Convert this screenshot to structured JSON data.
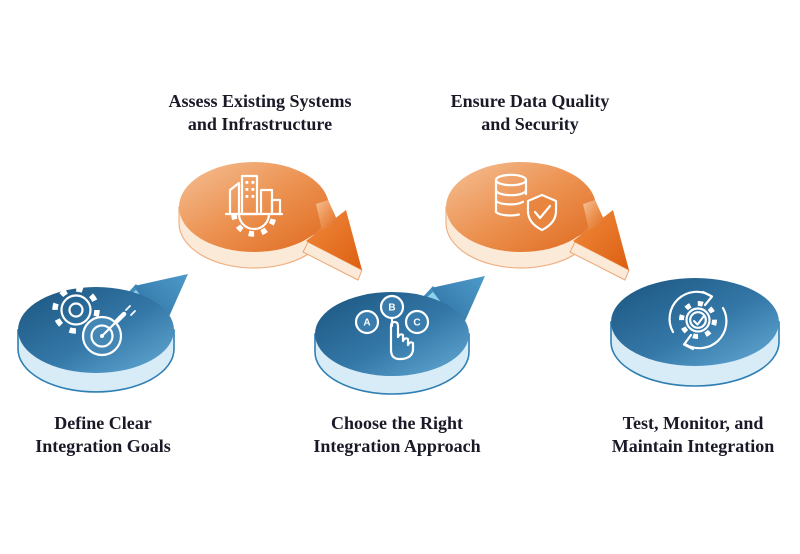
{
  "diagram": {
    "type": "process-infographic",
    "topic": "data integration steps",
    "background": "#ffffff"
  },
  "palette": {
    "blue_dark": "#1b547f",
    "blue_mid": "#3478a8",
    "blue_light": "#66abd6",
    "blue_rim": "#d8ecf7",
    "blue_rim_stroke": "#2f7fb3",
    "arrow_highlight": "#8ed3ec",
    "arrow_shadow": "#16486f",
    "orange_light": "#f5c096",
    "orange_mid": "#ec9251",
    "orange_deep": "#df6a1f",
    "orange_arrow": "#dd5f12",
    "orange_rim": "#fcead8",
    "orange_rim_stroke": "#f0b184",
    "icon_stroke": "#ffffff",
    "text": "#191927"
  },
  "steps": [
    {
      "color": "blue",
      "icon": "gear-target-icon",
      "label_lines": [
        "Define Clear",
        "Integration Goals"
      ]
    },
    {
      "color": "orange",
      "icon": "city-infrastructure-gear-icon",
      "label_lines": [
        "Assess Existing Systems",
        "and Infrastructure"
      ]
    },
    {
      "color": "blue",
      "icon": "abc-choice-hand-icon",
      "label_lines": [
        "Choose the Right",
        "Integration Approach"
      ],
      "choice_letters": [
        "A",
        "B",
        "C"
      ]
    },
    {
      "color": "orange",
      "icon": "database-shield-check-icon",
      "label_lines": [
        "Ensure Data Quality",
        "and Security"
      ]
    },
    {
      "color": "blue",
      "icon": "cycle-gear-check-icon",
      "label_lines": [
        "Test, Monitor, and",
        "Maintain Integration"
      ]
    }
  ]
}
